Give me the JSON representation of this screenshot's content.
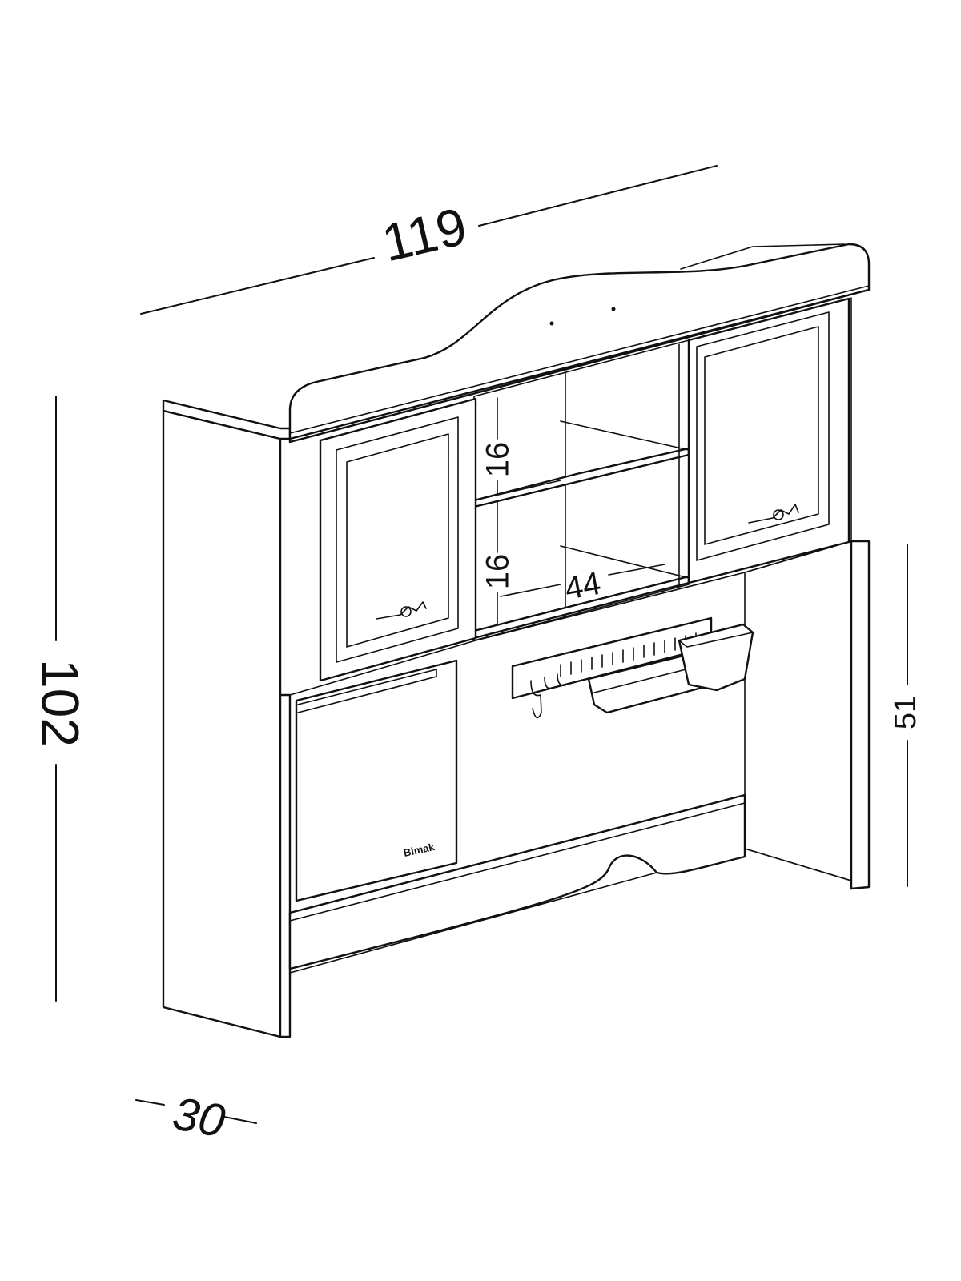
{
  "dimensions": {
    "width": "119",
    "height": "102",
    "depth": "30",
    "shelf_upper": "16",
    "shelf_lower": "16",
    "shelf_width": "44",
    "clearance": "51"
  },
  "brand_mark": "Bimak"
}
